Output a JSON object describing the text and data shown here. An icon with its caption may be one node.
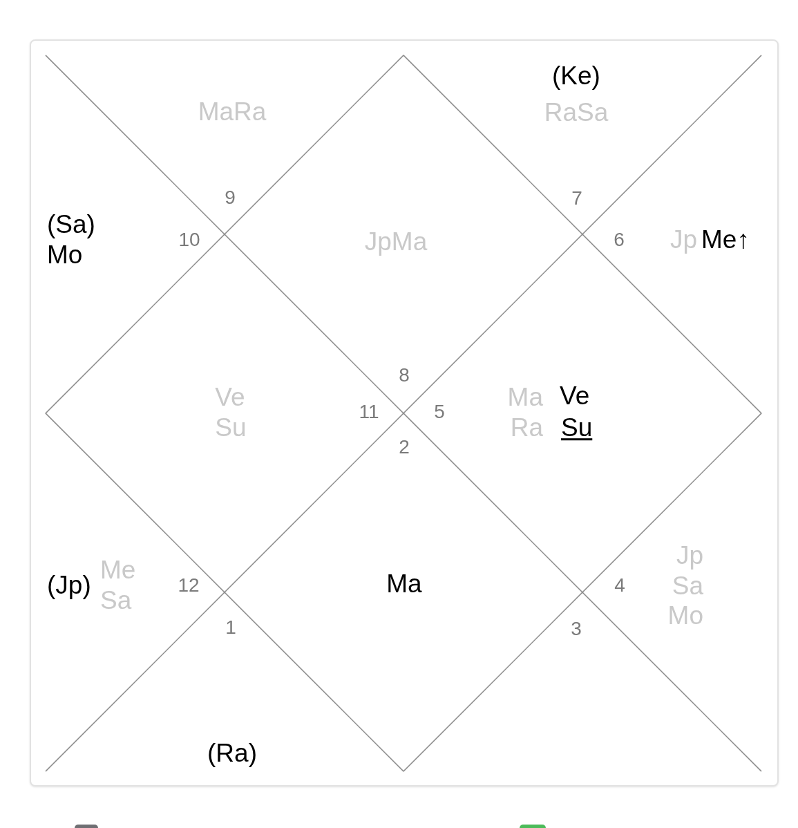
{
  "diagram": {
    "nodes": [
      {
        "text": [
          "1",
          "(Ra)"
        ]
      },
      {
        "text": [
          "2",
          "Ma"
        ]
      },
      {
        "text": [
          "3"
        ]
      },
      {
        "text": [
          "4",
          "Jp Sa Mo"
        ]
      },
      {
        "text": [
          "5",
          "Ma Ra",
          "Ve",
          "Su"
        ]
      },
      {
        "text": [
          "6",
          "Jp",
          "Me↑"
        ]
      },
      {
        "text": [
          "(Ke)",
          "RaSa",
          "7"
        ]
      },
      {
        "text": [
          "JpMa",
          "8"
        ]
      },
      {
        "text": [
          "MaRa",
          "9"
        ]
      },
      {
        "text": [
          "(Sa) Mo",
          "10"
        ]
      },
      {
        "text": [
          "Ve Su",
          "11"
        ]
      },
      {
        "text": [
          "(Jp)",
          "Me Sa",
          "12"
        ]
      }
    ]
  }
}
